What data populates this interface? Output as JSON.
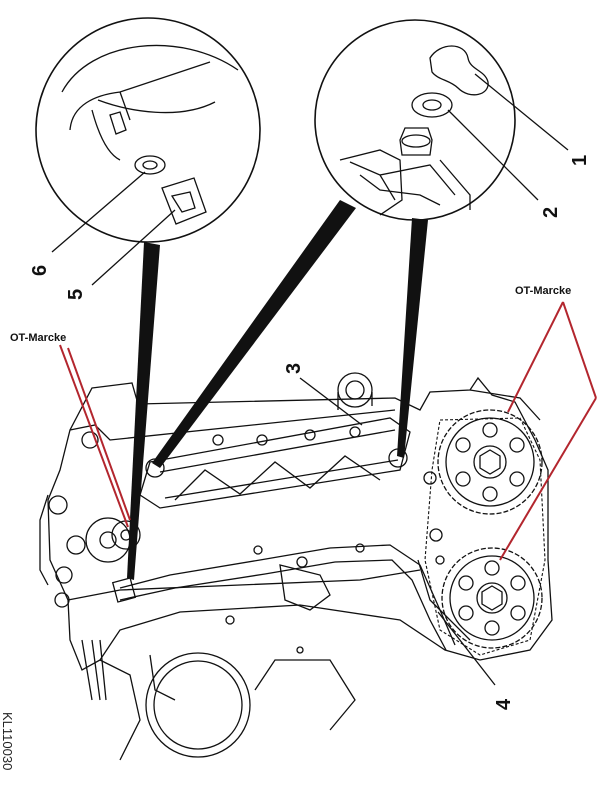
{
  "callouts": {
    "c1": "1",
    "c2": "2",
    "c3": "3",
    "c4": "4",
    "c5": "5",
    "c6": "6"
  },
  "labels": {
    "tdc_left": "OT-Marcke",
    "tdc_right": "OT-Marcke"
  },
  "doc_id": "KL110030",
  "colors": {
    "line": "#111111",
    "marker": "#b3262e",
    "background": "#ffffff"
  }
}
